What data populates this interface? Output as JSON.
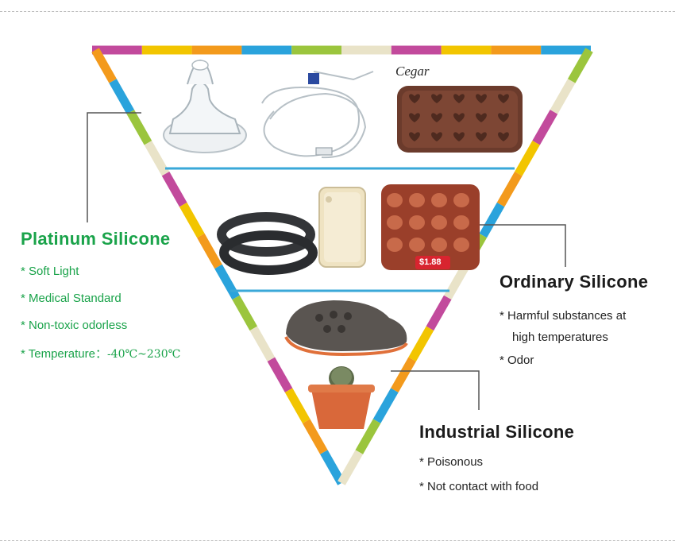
{
  "platinum": {
    "title": "Platinum Silicone",
    "points": [
      "* Soft Light",
      "* Medical Standard",
      "* Non-toxic odorless"
    ],
    "temperature_label": "* Temperature：",
    "temperature_value": "-40℃~230℃"
  },
  "ordinary": {
    "title": "Ordinary Silicone",
    "points": [
      "* Harmful substances at",
      "high temperatures",
      "* Odor"
    ]
  },
  "industrial": {
    "title": "Industrial Silicone",
    "points": [
      "* Poisonous",
      "* Not contact with food"
    ]
  },
  "products": {
    "brand_logo": "Cegar",
    "price_tag": "$1.88"
  },
  "colors": {
    "platinum_text": "#1aa34a",
    "tier_divider": "#3aa8d8",
    "frame_segments": [
      "#c24a9c",
      "#f2c500",
      "#f39a1c",
      "#2aa3dc",
      "#9bc53d",
      "#e9e3c8"
    ]
  }
}
